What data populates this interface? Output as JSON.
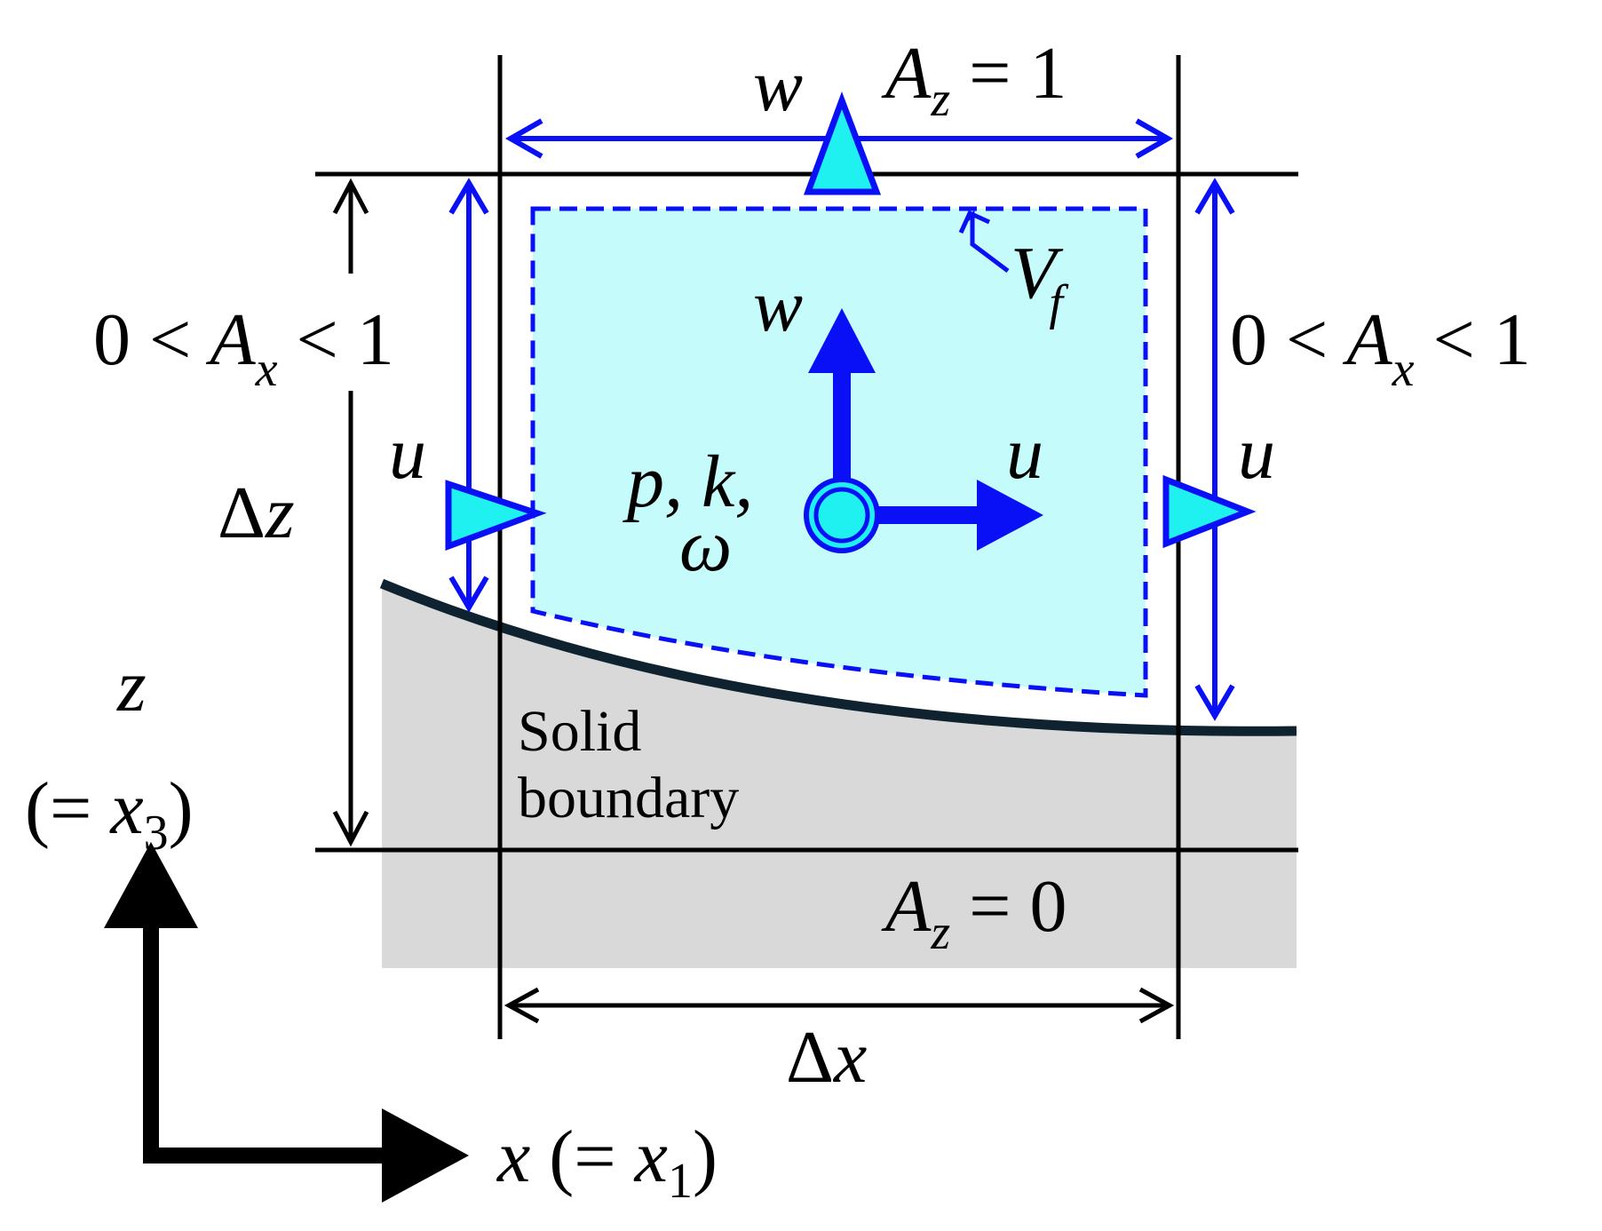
{
  "labels": {
    "az_top_var": "A",
    "az_top_sub": "z",
    "az_top_rest": " = 1",
    "az_bottom_var": "A",
    "az_bottom_sub": "z",
    "az_bottom_rest": " = 0",
    "ax_left_pre": "0 < ",
    "ax_left_var": "A",
    "ax_left_sub": "x",
    "ax_left_post": " < 1",
    "ax_right_pre": "0 < ",
    "ax_right_var": "A",
    "ax_right_sub": "x",
    "ax_right_post": " < 1",
    "w_top": "w",
    "w_center": "w",
    "u_left": "u",
    "u_right": "u",
    "u_center": "u",
    "vf_var": "V",
    "vf_sub": "f",
    "scalars_line1": "p, k,",
    "scalars_line2": "ω",
    "dz_delta": "Δ",
    "dz_var": "z",
    "dx_delta": "Δ",
    "dx_var": "x",
    "solid_line1": "Solid",
    "solid_line2": "boundary",
    "axis_z_var": "z",
    "axis_z_open": "(= ",
    "axis_z_x": "x",
    "axis_z_sub": "3",
    "axis_z_close": ")",
    "axis_x_var": "x",
    "axis_x_open": " (= ",
    "axis_x_x": "x",
    "axis_x_sub": "1",
    "axis_x_close": ")"
  },
  "colors": {
    "fluid_fill": "#c6fbfb",
    "vector_blue": "#0a10f5",
    "marker_cyan": "#1ff0f0",
    "solid_gray": "#d9d9d9",
    "boundary_line": "#0f2230",
    "grid_black": "#000000"
  }
}
